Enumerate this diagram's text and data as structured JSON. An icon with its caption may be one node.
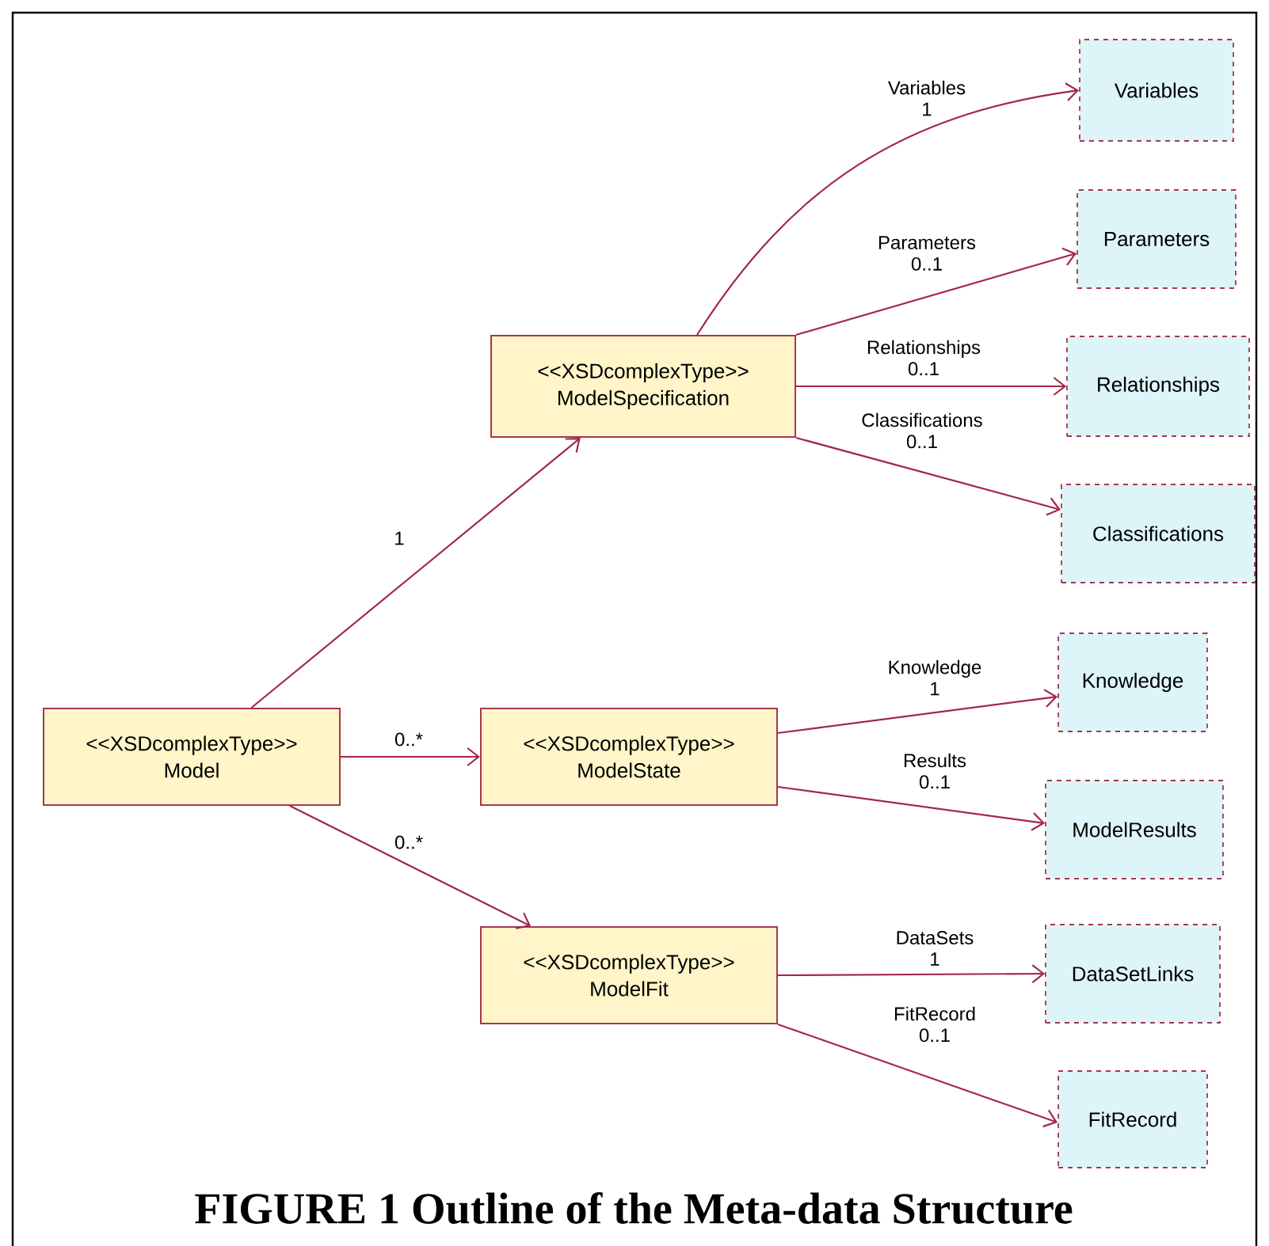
{
  "diagram": {
    "caption": "FIGURE 1  Outline of the Meta-data Structure",
    "nodes": [
      {
        "text": [
          "<<XSDcomplexType>>",
          "Model"
        ]
      },
      {
        "text": [
          "<<XSDcomplexType>>",
          "ModelSpecification"
        ]
      },
      {
        "text": [
          "Variables"
        ]
      },
      {
        "text": [
          "Parameters"
        ]
      },
      {
        "text": [
          "Relationships"
        ]
      },
      {
        "text": [
          "Classifications"
        ]
      },
      {
        "text": [
          "<<XSDcomplexType>>",
          "ModelState"
        ]
      },
      {
        "text": [
          "Knowledge"
        ]
      },
      {
        "text": [
          "ModelResults"
        ]
      },
      {
        "text": [
          "<<XSDcomplexType>>",
          "ModelFit"
        ]
      },
      {
        "text": [
          "DataSetLinks"
        ]
      },
      {
        "text": [
          "FitRecord"
        ]
      }
    ],
    "edges": [
      {
        "from": 0,
        "to": 1,
        "arrow": "to",
        "label": "1"
      },
      {
        "from": 0,
        "to": 6,
        "arrow": "to",
        "label": "0..*"
      },
      {
        "from": 0,
        "to": 9,
        "arrow": "to",
        "label": "0..*"
      },
      {
        "from": 1,
        "to": 2,
        "arrow": "to",
        "label": "Variables 1"
      },
      {
        "from": 1,
        "to": 3,
        "arrow": "to",
        "label": "Parameters 0..1"
      },
      {
        "from": 1,
        "to": 4,
        "arrow": "to",
        "label": "Relationships 0..1"
      },
      {
        "from": 1,
        "to": 5,
        "arrow": "to",
        "label": "Classifications 0..1"
      },
      {
        "from": 6,
        "to": 7,
        "arrow": "to",
        "label": "Knowledge 1"
      },
      {
        "from": 6,
        "to": 8,
        "arrow": "to",
        "label": "Results 0..1"
      },
      {
        "from": 9,
        "to": 10,
        "arrow": "to",
        "label": "DataSets 1"
      },
      {
        "from": 9,
        "to": 11,
        "arrow": "to",
        "label": "FitRecord 0..1"
      }
    ]
  }
}
